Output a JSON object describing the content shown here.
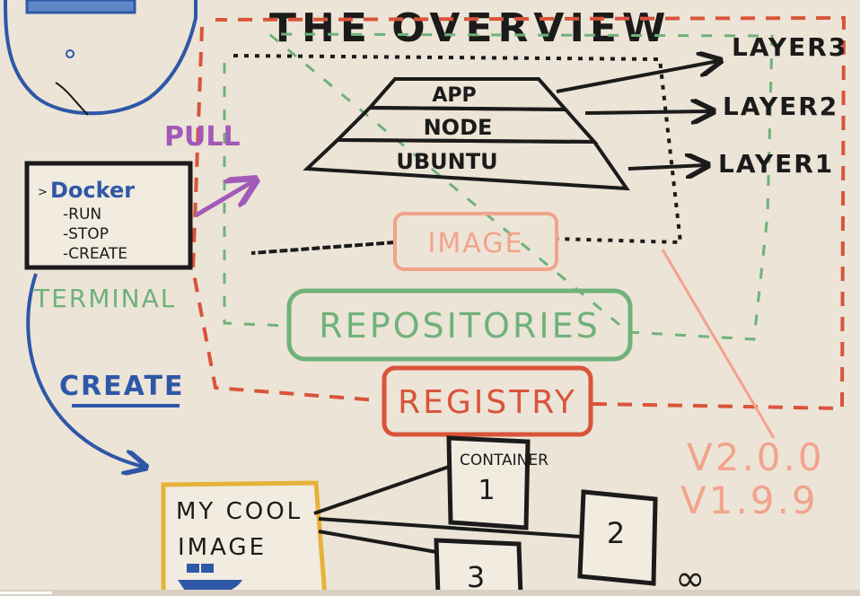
{
  "title": "THE OVERVIEW",
  "terminal": {
    "label": "TERMINAL",
    "commands": [
      "Docker",
      "-RUN",
      "-STOP",
      "-CREATE"
    ]
  },
  "arrows": {
    "pull": "PULL",
    "create": "CREATE"
  },
  "image_stack": {
    "layers": [
      "APP",
      "NODE",
      "UBUNTU"
    ],
    "layer_labels": [
      "LAYER3",
      "LAYER2",
      "LAYER1"
    ],
    "box_label": "IMAGE"
  },
  "repositories_label": "REPOSITORIES",
  "registry_label": "REGISTRY",
  "versions": [
    "V2.0.0",
    "V1.9.9"
  ],
  "my_image": [
    "MY COOL",
    "IMAGE"
  ],
  "containers": {
    "caption": "CONTAINER",
    "numbers": [
      "1",
      "2",
      "3"
    ],
    "infinity": "∞"
  },
  "colors": {
    "board": "#ece4d6",
    "registry_red": "#d9543a",
    "image_pink": "#f2a38c",
    "repo_green": "#6fb27a",
    "create_blue": "#2f57a8",
    "pull_purple": "#a25ab8",
    "my_image_orange": "#e6b23a",
    "ink": "#1b1b1b"
  }
}
